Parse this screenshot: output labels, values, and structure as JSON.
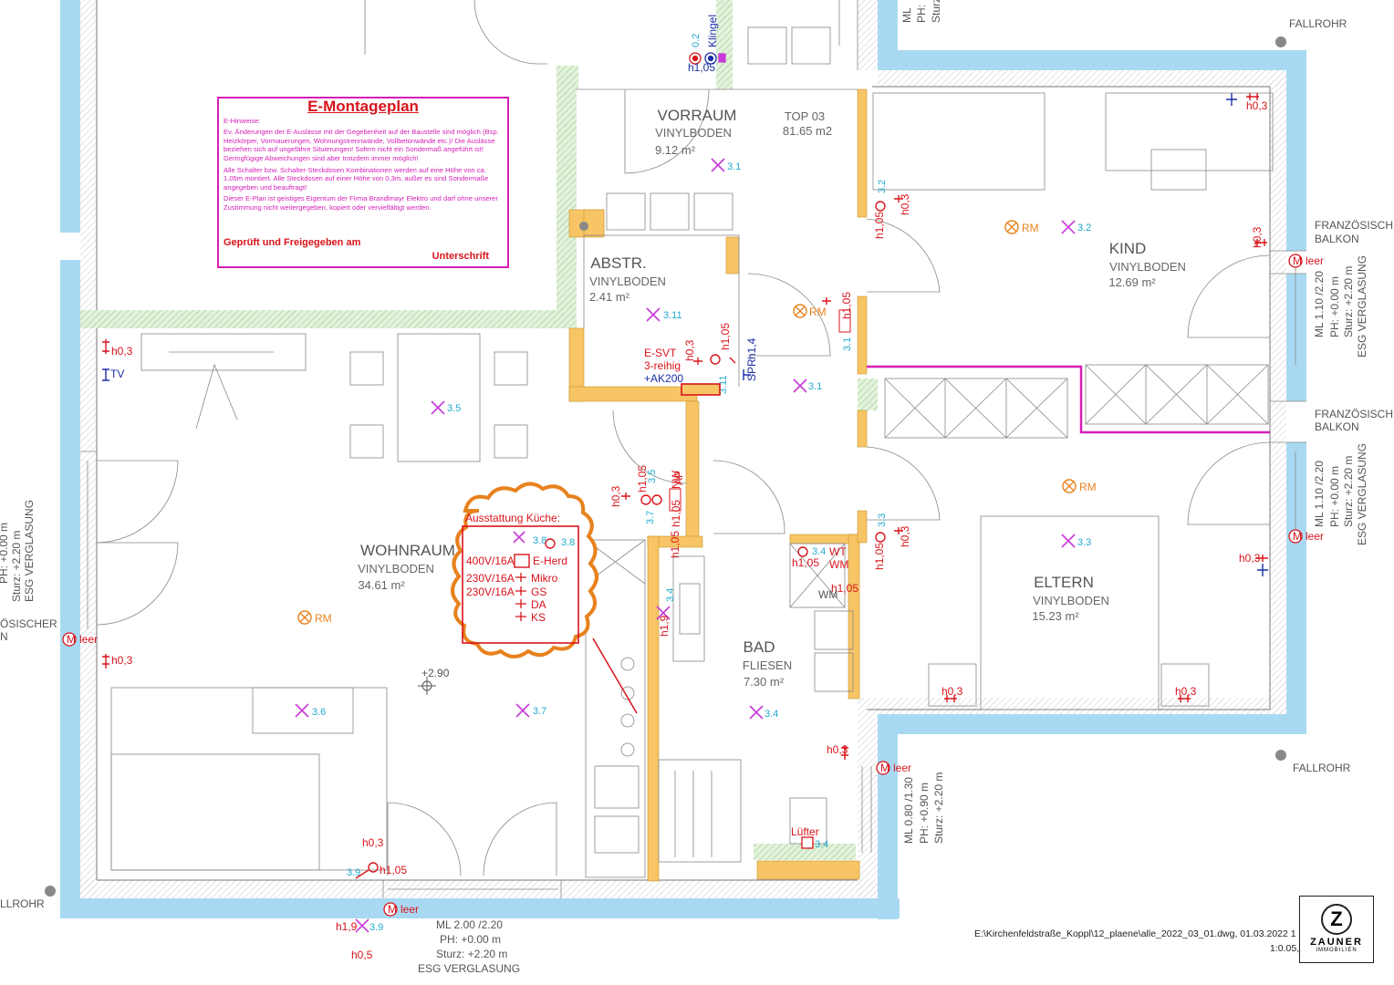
{
  "legend": {
    "title": "E-Montageplan",
    "p1": "E-Hinweise:",
    "p2": "Ev. Änderungen der E-Auslässe mit der Gegebenheit auf der Baustelle sind möglich (Bsp. Heizkörper, Vormauerungen, Wohnungstrennwände, Vollbetonwände etc.)! Die Auslässe beziehen sich auf ungefähre Situierungen! Sofern nicht ein Sondermaß angeführt ist! Geringfügige Abweichungen sind aber trotzdem immer möglich!",
    "p3": "Alle Schalter bzw. Schalter-Steckdosen Kombinationen werden auf eine Höhe von ca. 1,05m montiert. Alle Steckdosen auf einer Höhe von 0,3m, außer es sind Sondermaße angegeben und beauftragt!",
    "p4": "Dieser E-Plan ist geistiges Eigentum der Firma Brandlmayr Elektro und darf ohne unserer Zustimmung nicht weitergegeben, kopiert oder vervielfältigt werden.",
    "sign": "Geprüft und Freigegeben am",
    "signature": "Unterschrift"
  },
  "rooms": {
    "vorraum": {
      "name": "VORRAUM",
      "floor": "VINYLBODEN",
      "area": "9.12 m²"
    },
    "top": {
      "name": "TOP 03",
      "area": "81.65 m2"
    },
    "abstr": {
      "name": "ABSTR.",
      "floor": "VINYLBODEN",
      "area": "2.41 m²"
    },
    "kind": {
      "name": "KIND",
      "floor": "VINYLBODEN",
      "area": "12.69 m²"
    },
    "wohnraum": {
      "name": "WOHNRAUM",
      "floor": "VINYLBODEN",
      "area": "34.61 m²"
    },
    "eltern": {
      "name": "ELTERN",
      "floor": "VINYLBODEN",
      "area": "15.23 m²"
    },
    "bad": {
      "name": "BAD",
      "floor": "FLIESEN",
      "area": "7.30 m²"
    }
  },
  "kitchen": {
    "title": "Ausstattung Küche:",
    "row1v": "400V/16A",
    "row1n": "E-Herd",
    "row2v": "230V/16A",
    "row2n": "Mikro",
    "row3v": "230V/16A",
    "row3n": "GS",
    "row4n": "DA",
    "row5n": "KS",
    "circ1": "3.8",
    "circ2": "3.8"
  },
  "labels": {
    "fallrohr": "FALLROHR",
    "fallrohr_left": "LLROHR",
    "balkon1": "FRANZÖSISCHER",
    "balkon2": "BALKON",
    "balkon_left": "ÖSISCHER",
    "balkon_left2": "N",
    "klingel": "Klingel",
    "k02": "0.2",
    "h105": "h1,05",
    "h03": "h0,3",
    "h19": "h1,9",
    "h05": "h0,5",
    "h14": "h1,4",
    "rm": "RM",
    "esvt1": "E-SVT",
    "esvt2": "3-reihig",
    "esvt3": "+AK200",
    "spr": "SPR",
    "tv": "TV",
    "leer": "leer",
    "m": "M",
    "lufter": "Lüfter",
    "wt": "WT",
    "wm": "WM",
    "wm2": "WM",
    "ap": "AP",
    "nw": "NW",
    "lvlmark": "+2.90",
    "c31": "3.1",
    "c32": "3.2",
    "c33": "3.3",
    "c34": "3.4",
    "c35": "3.5",
    "c36": "3.6",
    "c37": "3.7",
    "c39": "3.9",
    "c311": "3.11"
  },
  "windows": {
    "kind": {
      "l1": "ML 1.10 /2.20",
      "l2": "PH: +0.00 m",
      "l3": "ESG VERGLASUNG",
      "l4": "Sturz: +2.20 m"
    },
    "eltern": {
      "l1": "ML 1.10 /2.20",
      "l2": "PH: +0.00 m",
      "l3": "Sturz: +2.20 m",
      "l4": "ESG VERGLASUNG"
    },
    "bad": {
      "l1": "ML 0.80 /1.30",
      "l2": "PH: +0.90 m",
      "l3": "Sturz: +2.20 m"
    },
    "wohn": {
      "l1": "ML 2.00 /2.20",
      "l2": "PH: +0.00 m",
      "l3": "Sturz: +2.20 m",
      "l4": "ESG VERGLASUNG"
    },
    "left": {
      "l1": "PH: +0.00 m",
      "l2": "Sturz: +2.20 m",
      "l3": "ESG VERGLASUNG"
    },
    "top": {
      "l1": "ML",
      "l2": "PH:",
      "l3": "Sturz"
    }
  },
  "footer": {
    "path": "E:\\Kirchenfeldstraße_Koppl\\12_plaene\\alle_2022_03_01.dwg, 01.03.2022 1",
    "scale": "1:0.05,"
  },
  "logo": {
    "letter": "Z",
    "name": "ZAUNER",
    "sub": "IMMOBILIEN"
  },
  "colors": {
    "wall_blue": "#a9d9f2",
    "insulation": "#f7c565",
    "green": "#cfe8c8",
    "magenta": "#d61fb7",
    "red": "#d8141c",
    "cyan": "#22aacc",
    "orange": "#e8821e"
  }
}
